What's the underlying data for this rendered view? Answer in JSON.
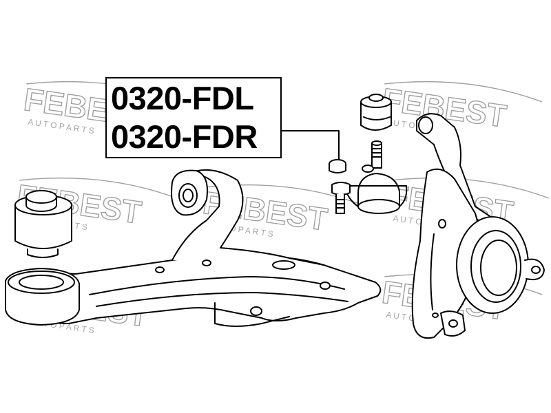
{
  "watermark": {
    "brand": "FEBEST",
    "subtitle": "A U T O   P A R T S"
  },
  "part_label": {
    "numbers": [
      "0320-FDL",
      "0320-FDR"
    ]
  },
  "colors": {
    "line": "#000000",
    "watermark": "#9a9a9a",
    "background": "#ffffff"
  }
}
